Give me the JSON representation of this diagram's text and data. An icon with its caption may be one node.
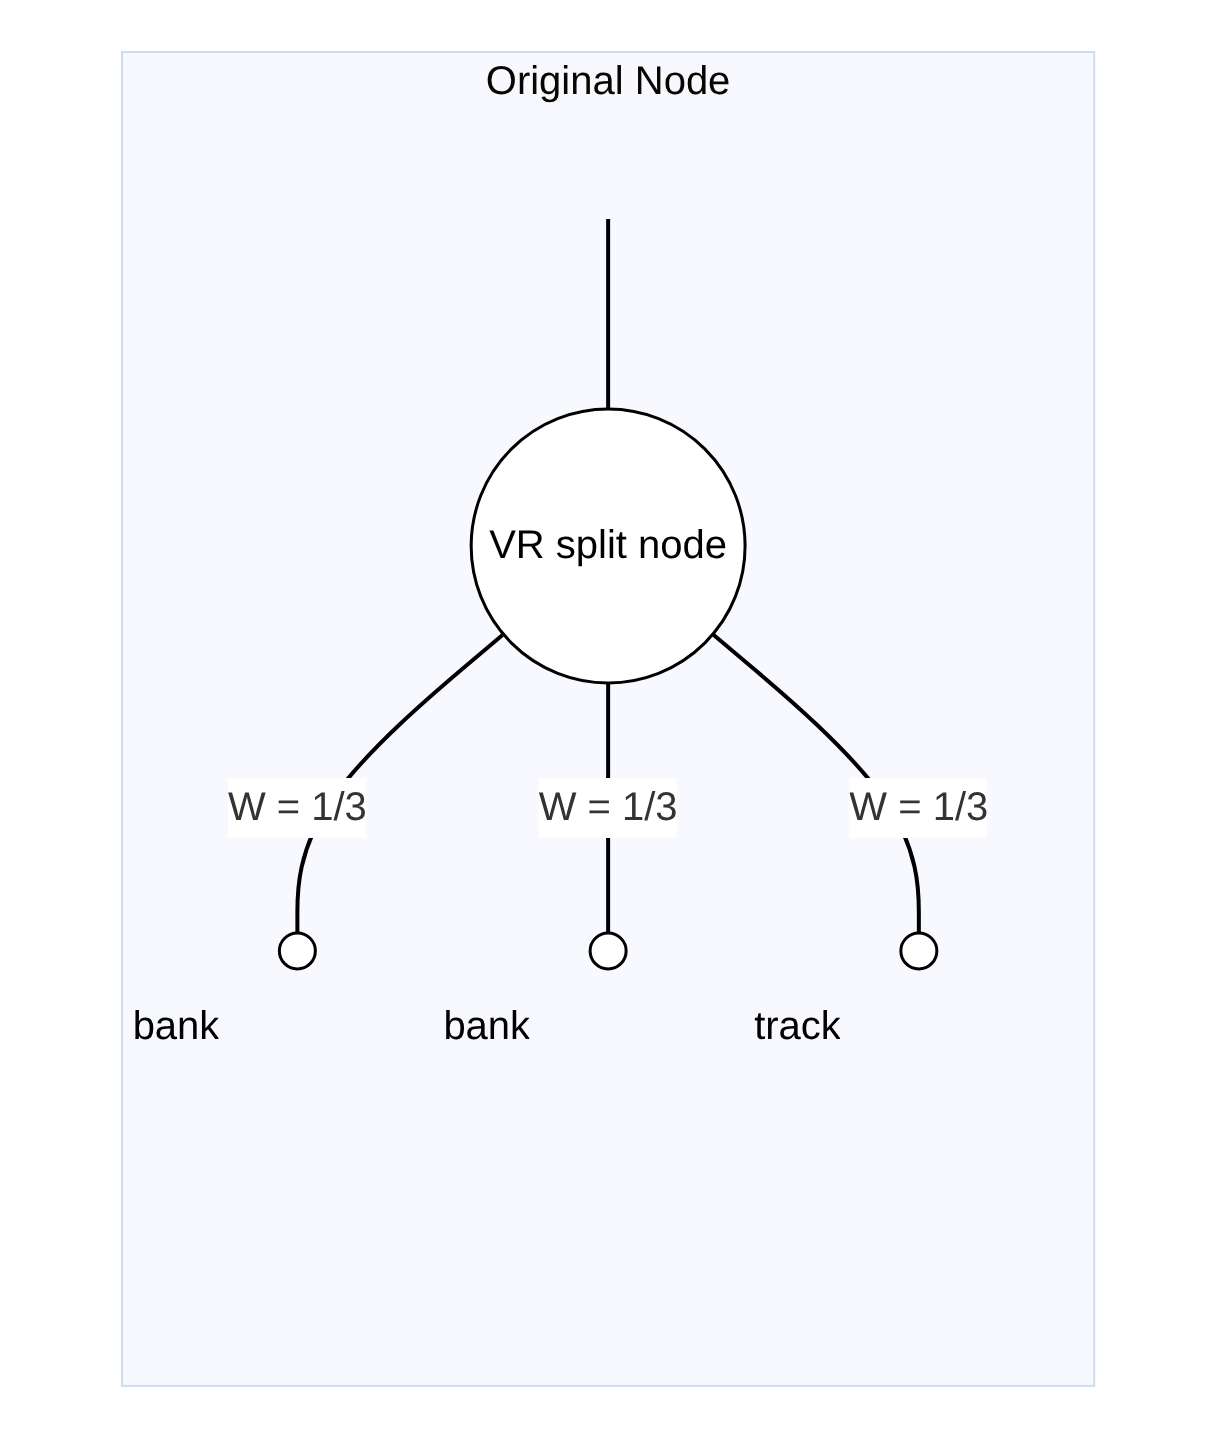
{
  "diagram": {
    "nodes": [
      {
        "text": [
          "Original Node"
        ]
      },
      {
        "text": [
          "VR split node"
        ],
        "in": 0
      },
      {
        "text": [],
        "shape": "circle",
        "in": 0,
        "beside": [
          "bank"
        ]
      },
      {
        "text": [],
        "shape": "circle",
        "in": 0,
        "beside": [
          "bank"
        ]
      },
      {
        "text": [],
        "shape": "circle",
        "in": 0,
        "beside": [
          "track"
        ]
      }
    ],
    "edges": [
      {
        "from": null,
        "to": 1,
        "arrow": "none"
      },
      {
        "from": 1,
        "to": 2,
        "arrow": "none",
        "label": "W = 1/3"
      },
      {
        "from": 1,
        "to": 3,
        "arrow": "none",
        "label": "W = 1/3"
      },
      {
        "from": 1,
        "to": 4,
        "arrow": "none",
        "label": "W = 1/3"
      }
    ]
  }
}
